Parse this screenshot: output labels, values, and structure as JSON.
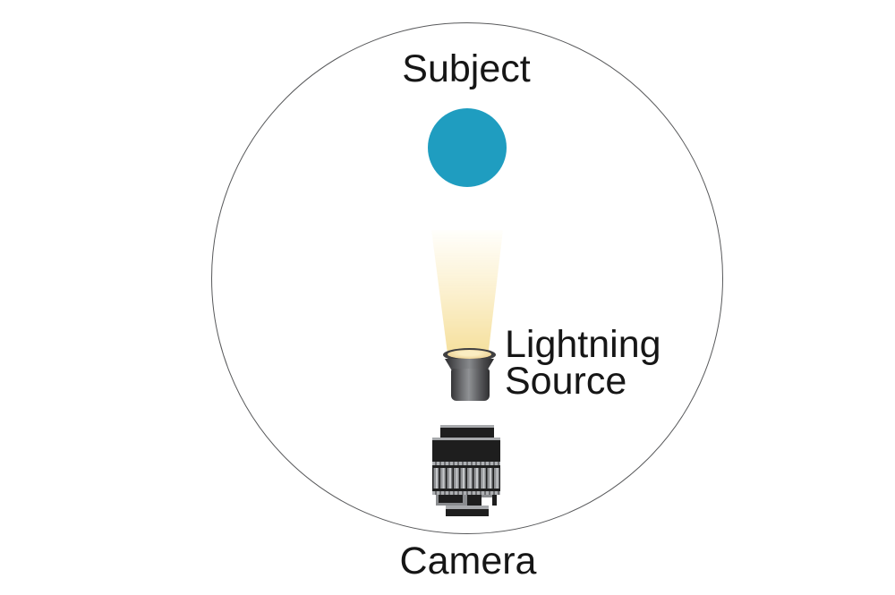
{
  "background": "#ffffff",
  "labels": {
    "subject": "Subject",
    "light_source_lines": [
      "Lightning",
      "Source"
    ],
    "camera": "Camera"
  },
  "icons": {
    "subject_dot": "filled-teal-circle",
    "light_beam": "upward-light-cone",
    "light_source": "spotlight-lamp",
    "camera": "camera-lens"
  },
  "colors": {
    "background": "#ffffff",
    "text": "#161616",
    "subject_fill": "#1F9DC0",
    "circle_outline": "#58595B",
    "beam_mid": "#FBF0CE",
    "beam_bottom": "#F5DF9B",
    "glow_center": "#FAEDC2",
    "glow_edge": "#E5C27C",
    "lamp_dark": "#3F3F41",
    "lens_black": "#1E1E1E",
    "lens_light": "#A7A9AC",
    "lens_mid": "#8A8C8F"
  }
}
